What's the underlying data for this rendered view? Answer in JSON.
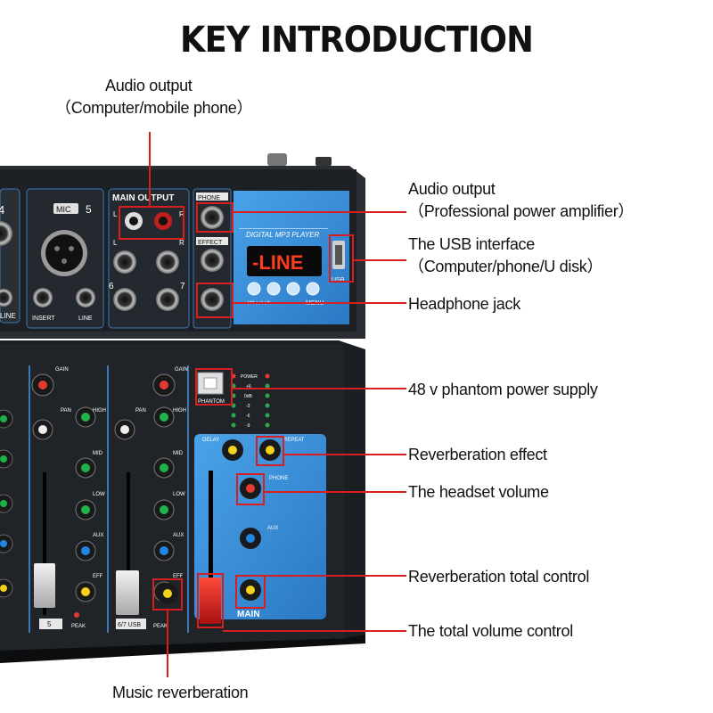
{
  "title": "KEY INTRODUCTION",
  "callouts": {
    "audio_output_computer": {
      "line1": "Audio output",
      "line2": "（Computer/mobile phone）"
    },
    "audio_output_amp": {
      "line1": "Audio output",
      "line2": "（Professional power amplifier）"
    },
    "usb_interface": {
      "line1": "The USB interface",
      "line2": "（Computer/phone/U disk）"
    },
    "headphone_jack": "Headphone jack",
    "phantom_power": "48 v phantom power supply",
    "reverb_effect": "Reverberation effect",
    "headset_volume": "The headset volume",
    "reverb_total": "Reverberation total control",
    "total_volume": "The total volume control",
    "music_reverb": "Music reverberation"
  },
  "panel_labels": {
    "ch4": "4",
    "mic": "MIC",
    "ch5": "5",
    "main_output": "MAIN OUTPUT",
    "phone": "PHONE",
    "effect": "EFFECT",
    "l": "L",
    "r": "R",
    "ch6": "6",
    "ch7": "7",
    "line": "LINE",
    "insert": "INSERT",
    "mp3_title": "DIGITAL MP3 PLAYER",
    "display_text": "-LINE",
    "usb": "USB",
    "menu": "MENU",
    "gain": "GAIN",
    "pan": "PAN",
    "high": "HIGH",
    "mid": "MID",
    "low": "LOW",
    "aux": "AUX",
    "eff": "EFF",
    "phantom": "PHANTOM",
    "power": "POWER",
    "delay": "DELAY",
    "repeat": "REPEAT",
    "main": "MAIN",
    "peak": "PEAK",
    "strip5": "5",
    "strip67": "6/7 USB",
    "led_labels": [
      "POWER",
      "+6",
      "0dB",
      "-3",
      "-6",
      "-9"
    ]
  },
  "colors": {
    "panel_black": "#1b1e22",
    "panel_blue": "#3b8fd6",
    "callout_red": "#d81e1e",
    "display_red": "#ff3b1f"
  }
}
